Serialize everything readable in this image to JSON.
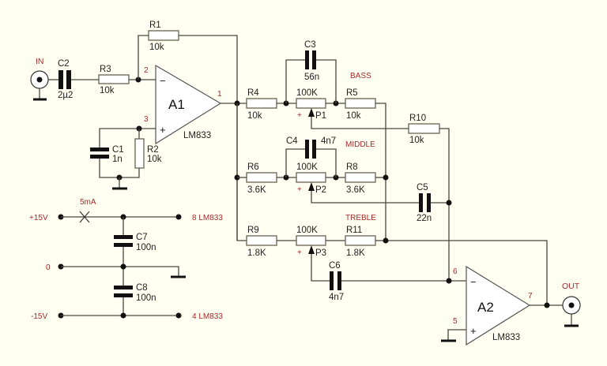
{
  "diagram": {
    "title": "Active tone control (Baxandall) with LM833",
    "background": "#FFFFF2",
    "accent_red": "#a52a2a",
    "connectors": {
      "input": "IN",
      "output": "OUT"
    },
    "opamps": [
      {
        "ref": "A1",
        "part": "LM833",
        "pins": {
          "inv": "2",
          "noninv": "3",
          "out": "1"
        },
        "inv_sign": "−",
        "noninv_sign": "+"
      },
      {
        "ref": "A2",
        "part": "LM833",
        "pins": {
          "inv": "6",
          "noninv": "5",
          "out": "7"
        },
        "inv_sign": "−",
        "noninv_sign": "+"
      }
    ],
    "resistors": {
      "R1": "10k",
      "R2": "10k",
      "R3": "10k",
      "R4": "10k",
      "R5": "10k",
      "R6": "3.6K",
      "R8": "3.6K",
      "R9": "1.8K",
      "R10": "10k",
      "R11": "1.8K"
    },
    "capacitors": {
      "C1": "1n",
      "C2": "2µ2",
      "C3": "56n",
      "C4": "4n7",
      "C5": "22n",
      "C6": "4n7",
      "C7": "100n",
      "C8": "100n"
    },
    "pots": [
      {
        "ref": "P1",
        "value": "100K",
        "function": "BASS",
        "mark": "+"
      },
      {
        "ref": "P2",
        "value": "100K",
        "function": "MIDDLE",
        "mark": "+"
      },
      {
        "ref": "P3",
        "value": "100K",
        "function": "TREBLE",
        "mark": "+"
      }
    ],
    "power": {
      "pos": "+15V",
      "gnd": "0",
      "neg": "-15V",
      "current": "5mA",
      "pos_to": "8 LM833",
      "neg_to": "4 LM833"
    },
    "labels": {
      "R1": "R1",
      "R2": "R2",
      "R3": "R3",
      "R4": "R4",
      "R5": "R5",
      "R6": "R6",
      "R8": "R8",
      "R9": "R9",
      "R10": "R10",
      "R11": "R11",
      "C1": "C1",
      "C2": "C2",
      "C3": "C3",
      "C4": "C4",
      "C5": "C5",
      "C6": "C6",
      "C7": "C7",
      "C8": "C8"
    }
  }
}
